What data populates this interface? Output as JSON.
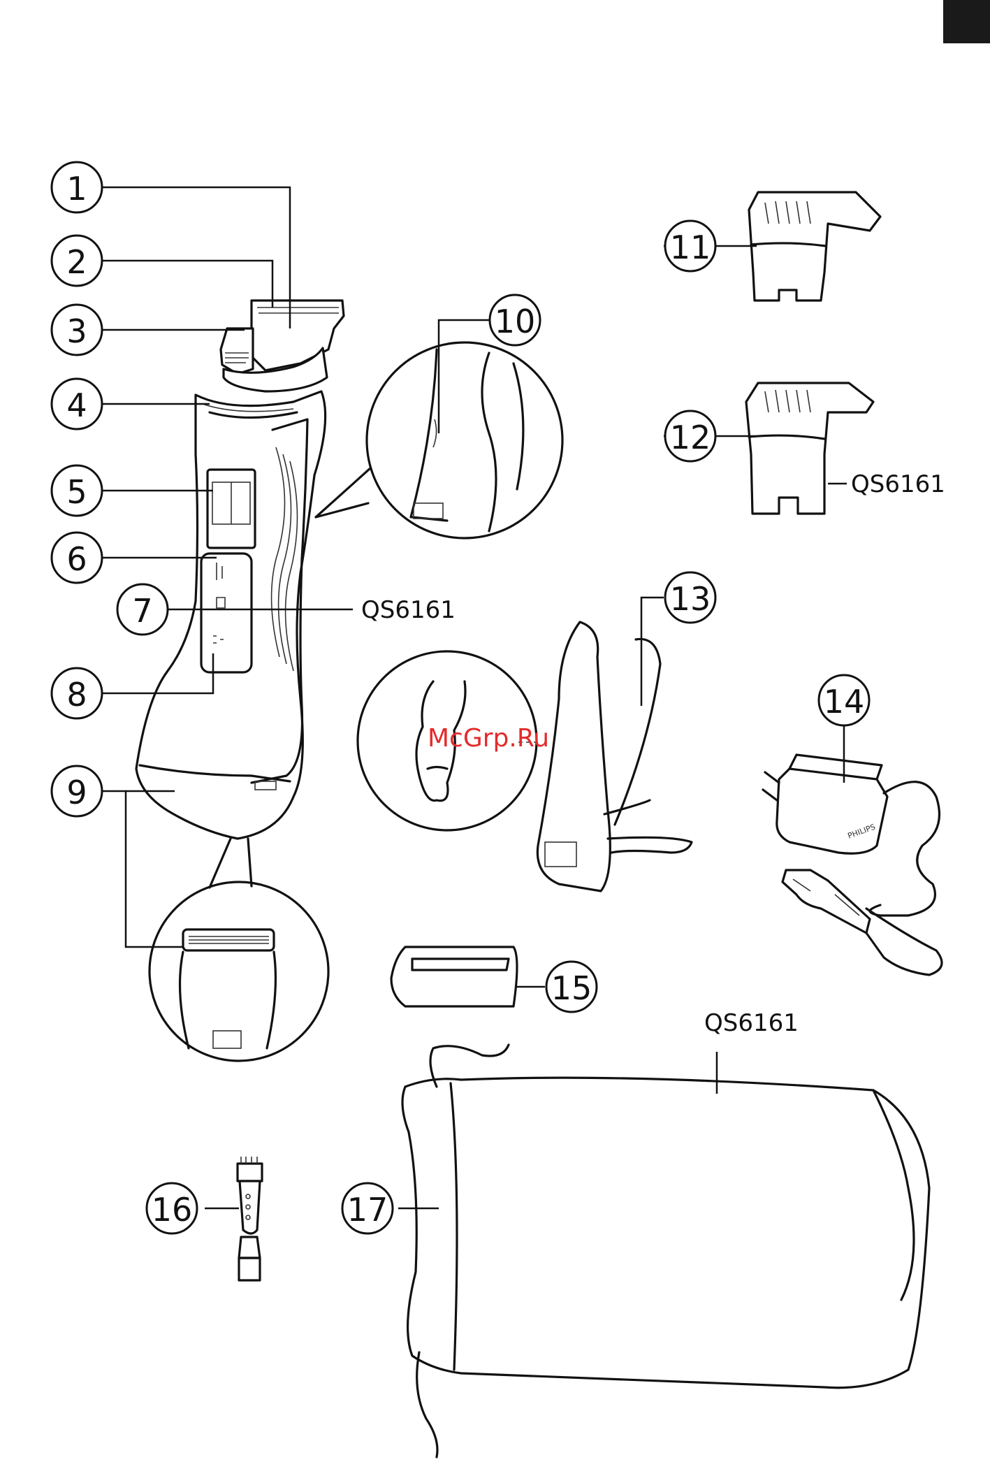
{
  "callouts": [
    {
      "n": "1"
    },
    {
      "n": "2"
    },
    {
      "n": "3"
    },
    {
      "n": "4"
    },
    {
      "n": "5"
    },
    {
      "n": "6"
    },
    {
      "n": "7"
    },
    {
      "n": "8"
    },
    {
      "n": "9"
    },
    {
      "n": "10"
    },
    {
      "n": "11"
    },
    {
      "n": "12"
    },
    {
      "n": "13"
    },
    {
      "n": "14"
    },
    {
      "n": "15"
    },
    {
      "n": "16"
    },
    {
      "n": "17"
    }
  ],
  "model_labels": {
    "part7": "QS6161",
    "part12": "QS6161",
    "part17": "QS6161"
  },
  "watermark": "McGrp.Ru",
  "adapter_brand": "PHILIPS",
  "colors": {
    "line": "#111111",
    "corner_tab": "#1a1a1a",
    "watermark": "#e32b2b"
  }
}
